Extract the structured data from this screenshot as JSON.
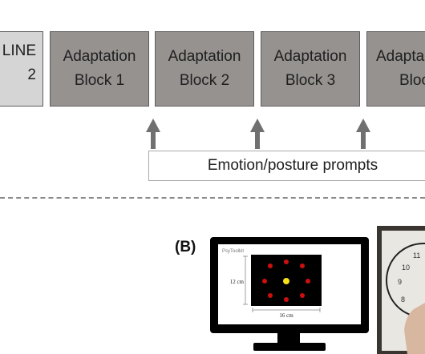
{
  "top_boxes": [
    {
      "line1": "LINE",
      "line2": "2",
      "shade": "light"
    },
    {
      "line1": "Adaptation",
      "line2": "Block 1",
      "shade": "dark"
    },
    {
      "line1": "Adaptation",
      "line2": "Block 2",
      "shade": "dark"
    },
    {
      "line1": "Adaptation",
      "line2": "Block 3",
      "shade": "dark"
    },
    {
      "line1": "Adapta",
      "line2": "Block",
      "shade": "dark"
    }
  ],
  "prompt_label": "Emotion/posture prompts",
  "panel_b": {
    "label": "(B)",
    "screen_title": "PsyToolkit",
    "height_dim": "12 cm",
    "width_dim": "16 cm"
  },
  "clock_numbers": [
    "11",
    "10",
    "9",
    "8"
  ],
  "colors": {
    "block_fill": "#969290",
    "baseline_fill": "#d5d5d5",
    "arrow": "#707070",
    "target_red": "#cc1010",
    "target_center": "#f7e21a"
  }
}
